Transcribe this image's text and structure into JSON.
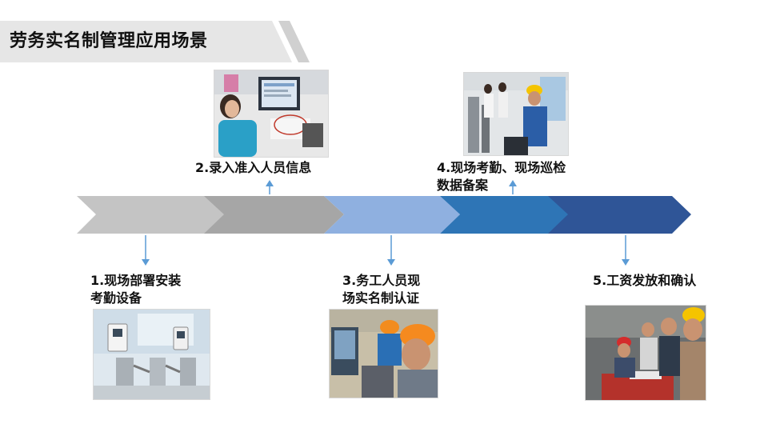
{
  "page": {
    "title": "劳务实名制管理应用场景"
  },
  "steps": [
    {
      "label_line1": "1.现场部署安装",
      "label_line2": "考勤设备",
      "photo": "turnstile-attendance-device-photo"
    },
    {
      "label_line1": "2.录入准入人员信息",
      "label_line2": "",
      "photo": "worker-registration-computer-photo"
    },
    {
      "label_line1": "3.务工人员现",
      "label_line2": "场实名制认证",
      "photo": "worker-verification-photo"
    },
    {
      "label_line1": "4.现场考勤、现场巡检",
      "label_line2": "数据备案",
      "photo": "site-attendance-inspection-photo"
    },
    {
      "label_line1": "5.工资发放和确认",
      "label_line2": "",
      "photo": "wage-payment-confirmation-photo"
    }
  ],
  "colors": {
    "arrow1": "#c4c4c4",
    "arrow2": "#a6a6a6",
    "arrow3": "#8fb0e0",
    "arrow4": "#2e75b6",
    "arrow5": "#2f5597",
    "connector": "#5b9bd5",
    "title_band": "#e6e6e6"
  }
}
